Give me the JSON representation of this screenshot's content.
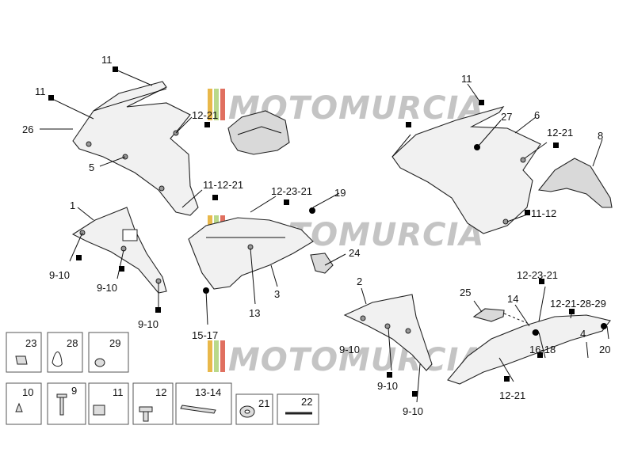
{
  "watermark": {
    "text": "MOTOMURCIA",
    "stripe_colors": [
      "#e9b84a",
      "#b9d98a",
      "#e07060"
    ]
  },
  "callouts": {
    "c_11a": "11",
    "c_11b": "11",
    "c_26": "26",
    "c_5": "5",
    "c_12_21a": "12-21",
    "c_11_12_21": "11-12-21",
    "c_1": "1",
    "c_9_10a": "9-10",
    "c_9_10b": "9-10",
    "c_9_10c": "9-10",
    "c_12_23_21a": "12-23-21",
    "c_19": "19",
    "c_24": "24",
    "c_13": "13",
    "c_3": "3",
    "c_15_17": "15-17",
    "c_11c": "11",
    "c_27": "27",
    "c_6": "6",
    "c_12_21b": "12-21",
    "c_8": "8",
    "c_11_12": "11-12",
    "c_2": "2",
    "c_9_10d": "9-10",
    "c_9_10e": "9-10",
    "c_9_10f": "9-10",
    "c_25": "25",
    "c_14": "14",
    "c_12_23_21b": "12-23-21",
    "c_12_21_28_29": "12-21-28-29",
    "c_20": "20",
    "c_4": "4",
    "c_16_18": "16-18",
    "c_12_21c": "12-21"
  },
  "hardware_boxes": {
    "b23": "23",
    "b28": "28",
    "b29": "29",
    "b10": "10",
    "b9": "9",
    "b11": "11",
    "b12": "12",
    "b13_14": "13-14",
    "b21": "21",
    "b22": "22"
  }
}
